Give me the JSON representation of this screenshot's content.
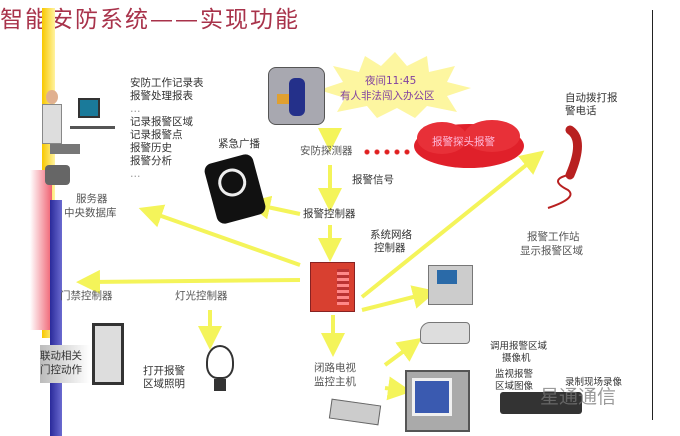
{
  "title": "智能安防系统——实现功能",
  "alert": {
    "time": "夜间11:45",
    "message": "有人非法闯入办公区"
  },
  "records": [
    "安防工作记录表",
    "报警处理报表",
    "…",
    "记录报警区域",
    "记录报警点",
    "报警历史",
    "报警分析",
    "…"
  ],
  "nodes": {
    "broadcast": "紧急广播",
    "detector": "安防探测器",
    "detector_alarm": "报警探头报警",
    "auto_dial": [
      "自动拨打报",
      "警电话"
    ],
    "alarm_signal": "报警信号",
    "alarm_controller": "报警控制器",
    "server": [
      "服务器",
      "中央数据库"
    ],
    "network_controller": [
      "系统网络",
      "控制器"
    ],
    "workstation": [
      "报警工作站",
      "显示报警区域"
    ],
    "access_controller": "门禁控制器",
    "light_controller": "灯光控制器",
    "door_action": [
      "联动相关",
      "门控动作"
    ],
    "lighting": [
      "打开报警",
      "区域照明"
    ],
    "cctv_host": [
      "闭路电视",
      "监控主机"
    ],
    "camera": [
      "调用报警区域",
      "摄像机"
    ],
    "monitor": [
      "监视报警",
      "区域图像"
    ],
    "record": "录制现场录像"
  },
  "watermark": "星通通信",
  "colors": {
    "title": "#a8324a",
    "arrow": "#f4f45a",
    "alert_text": "#8040a0",
    "cloud": "#e0202a"
  }
}
